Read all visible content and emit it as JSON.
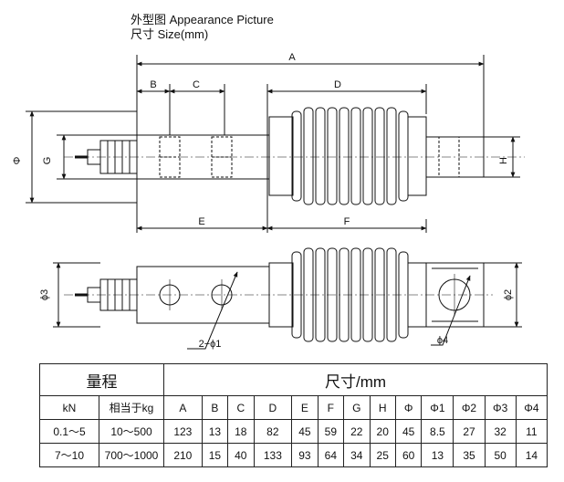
{
  "header": {
    "title_line1": "外型图 Appearance Picture",
    "title_line2": "尺寸 Size(mm)"
  },
  "labels": {
    "A": "A",
    "B": "B",
    "C": "C",
    "D": "D",
    "E": "E",
    "F": "F",
    "G": "G",
    "H": "H",
    "phi": "Φ",
    "phi1": "2−ϕ1",
    "phi2": "ϕ2",
    "phi3": "ϕ3",
    "phi4": "ϕ4"
  },
  "table": {
    "range_title": "量程",
    "size_title": "尺寸/mm",
    "unit_kn": "kN",
    "unit_kg": "相当于kg",
    "columns": [
      "A",
      "B",
      "C",
      "D",
      "E",
      "F",
      "G",
      "H",
      "Φ",
      "Φ1",
      "Φ2",
      "Φ3",
      "Φ4"
    ],
    "rows": [
      {
        "kn": "0.1～5",
        "kg": "10～500",
        "values": [
          "123",
          "13",
          "18",
          "82",
          "45",
          "59",
          "22",
          "20",
          "45",
          "8.5",
          "27",
          "32",
          "11"
        ]
      },
      {
        "kn": "7～10",
        "kg": "700～1000",
        "values": [
          "210",
          "15",
          "40",
          "133",
          "93",
          "64",
          "34",
          "25",
          "60",
          "13",
          "35",
          "50",
          "14"
        ]
      }
    ]
  }
}
